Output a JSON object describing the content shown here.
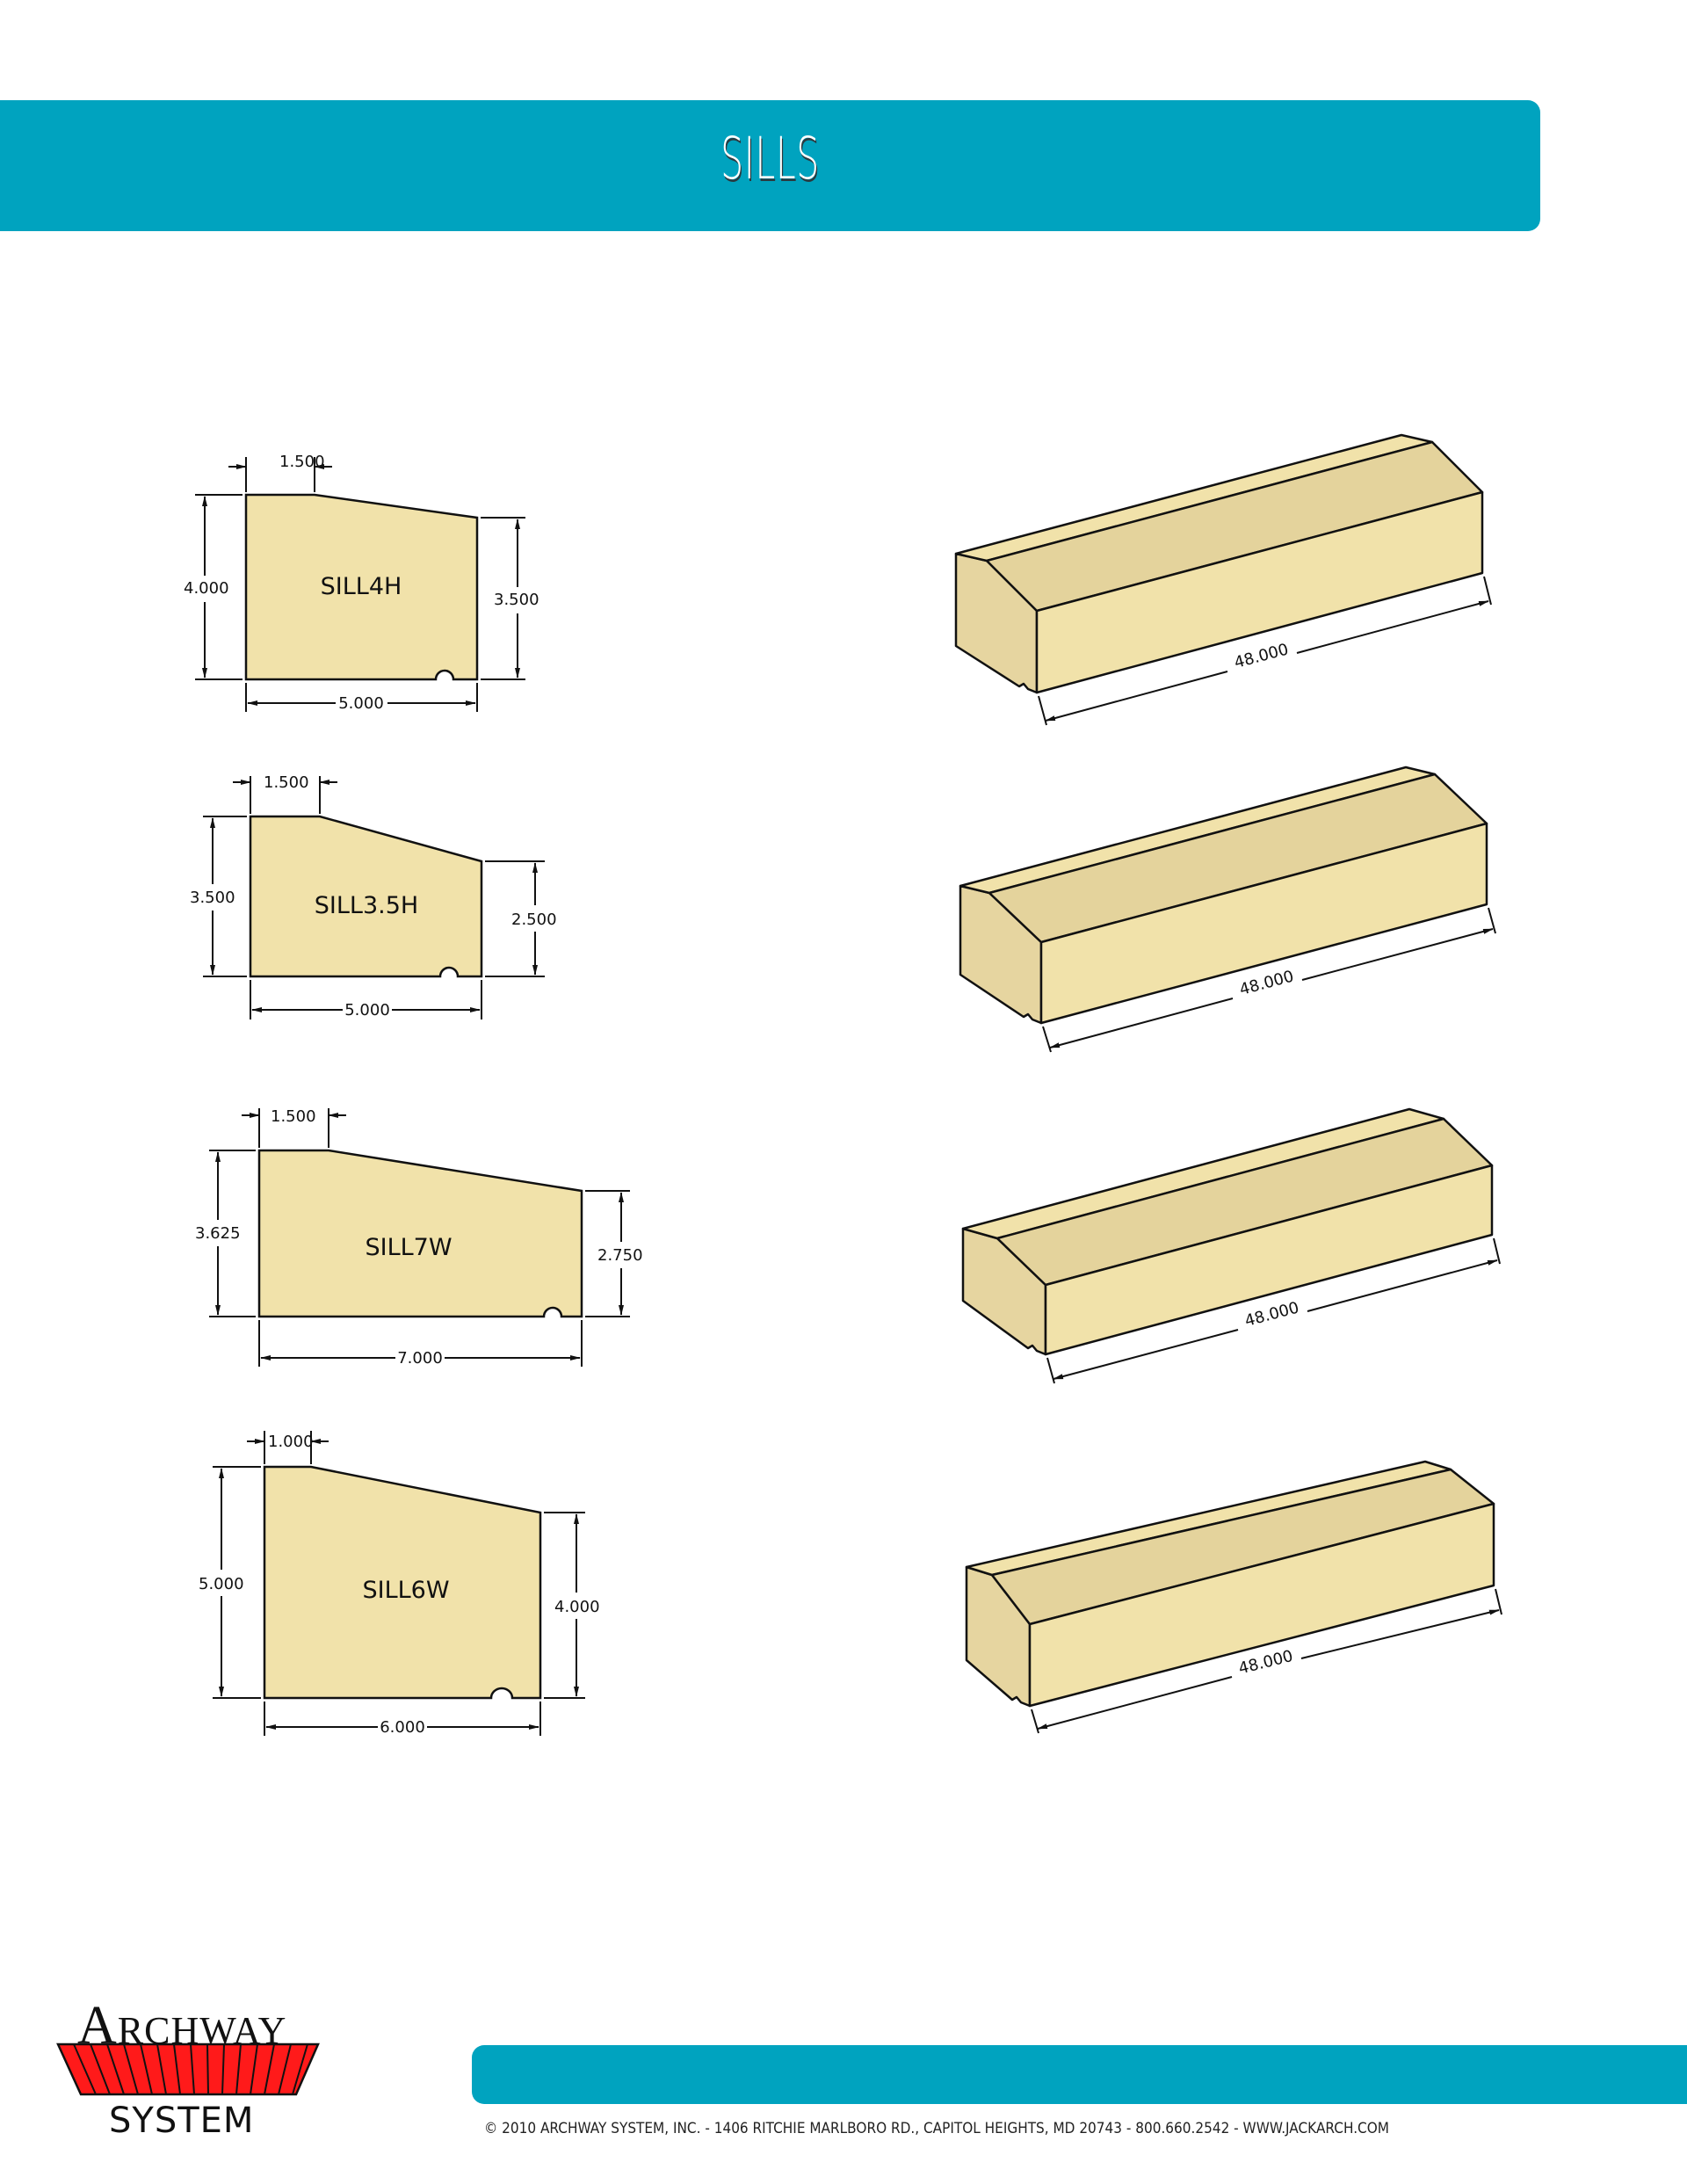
{
  "header": {
    "title": "SILLS",
    "color": "#00a3bf"
  },
  "profiles": [
    {
      "name": "SILL4H",
      "top_width": "1.500",
      "left_height": "4.000",
      "right_height": "3.500",
      "width": "5.000"
    },
    {
      "name": "SILL3.5H",
      "top_width": "1.500",
      "left_height": "3.500",
      "right_height": "2.500",
      "width": "5.000"
    },
    {
      "name": "SILL7W",
      "top_width": "1.500",
      "left_height": "3.625",
      "right_height": "2.750",
      "width": "7.000"
    },
    {
      "name": "SILL6W",
      "top_width": "1.000",
      "left_height": "5.000",
      "right_height": "4.000",
      "width": "6.000"
    }
  ],
  "blocks": [
    {
      "length": "48.000"
    },
    {
      "length": "48.000"
    },
    {
      "length": "48.000"
    },
    {
      "length": "48.000"
    }
  ],
  "colors": {
    "fill": "#f1e2aa",
    "slope": "#e4d39c",
    "end": "#e6d5a0",
    "stroke": "#111111",
    "logo_red": "#ff1a1a"
  },
  "logo": {
    "top": "ARCHWAY",
    "top_initial": "A",
    "top_rest": "RCHWAY",
    "bottom": "SYSTEM"
  },
  "footer": {
    "text": "© 2010 ARCHWAY SYSTEM, INC. - 1406 RITCHIE MARLBORO RD., CAPITOL HEIGHTS, MD 20743 - 800.660.2542 - WWW.JACKARCH.COM"
  }
}
